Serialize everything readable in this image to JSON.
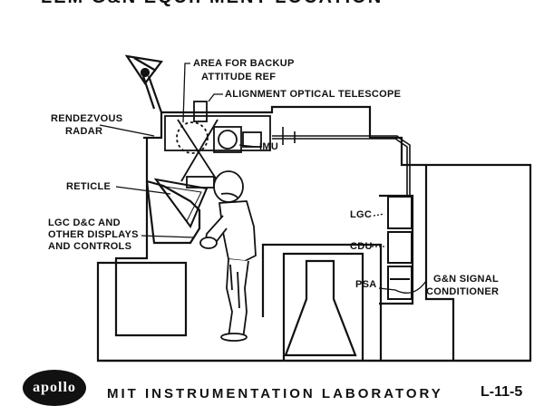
{
  "title": "LEM G&N EQUIPMENT LOCATION",
  "labels": {
    "backup_area": "AREA FOR BACKUP",
    "backup_area_line2": "ATTITUDE REF",
    "telescope": "ALIGNMENT OPTICAL TELESCOPE",
    "radar": "RENDEZVOUS",
    "radar_line2": "RADAR",
    "imu": "IMU",
    "reticle": "RETICLE",
    "lgc_dc": "LGC D&C AND",
    "lgc_dc_line2": "OTHER DISPLAYS",
    "lgc_dc_line3": "AND CONTROLS",
    "lgc": "LGC",
    "cdu": "CDU",
    "psa": "PSA",
    "signal": "G&N SIGNAL",
    "signal_line2": "CONDITIONER"
  },
  "footer": {
    "logo": "apollo",
    "org": "MIT INSTRUMENTATION LABORATORY",
    "page": "L-11-5"
  },
  "icons": {
    "astronaut": "astronaut-figure-icon",
    "radar": "radar-dish-icon"
  }
}
